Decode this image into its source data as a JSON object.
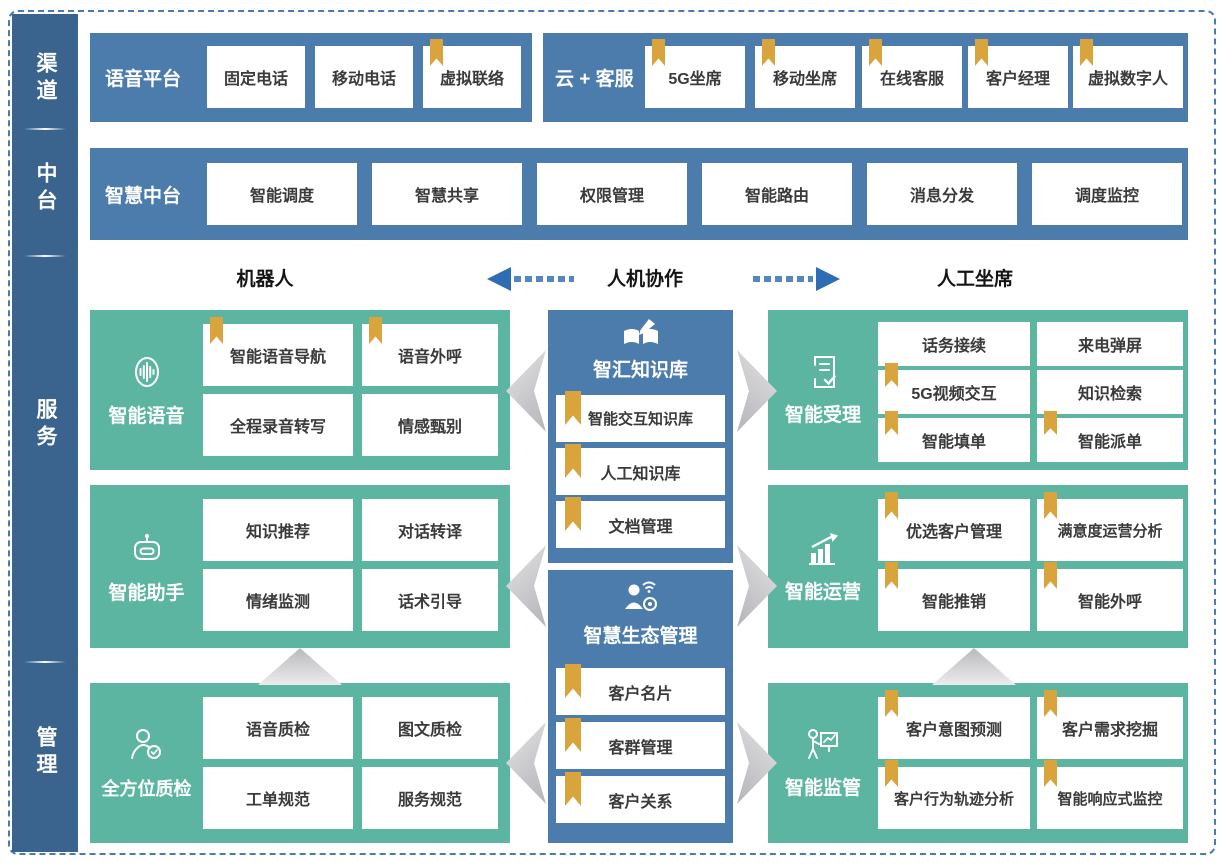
{
  "colors": {
    "sidebar_blue": "#3A638E",
    "block_blue": "#4C7CAC",
    "green": "#5BB5A0",
    "bookmark_gold": "#D9A43C",
    "arrow_blue": "#2E6CB4",
    "frame_dash_blue": "#4A7AB5"
  },
  "icons": [
    "bookmark-icon",
    "voice-icon",
    "robot-icon",
    "quality-inspector-icon",
    "knowledge-book-icon",
    "ecosystem-person-icon",
    "document-check-icon",
    "chart-growth-icon",
    "supervision-icon",
    "arrow-left-icon",
    "arrow-right-icon",
    "chevron-left-icon",
    "chevron-right-icon",
    "triangle-up-icon"
  ],
  "sidebar": {
    "items": [
      {
        "label": "渠道"
      },
      {
        "label": "中台"
      },
      {
        "label": "服务"
      },
      {
        "label": "管理"
      }
    ]
  },
  "channels": {
    "voice_platform": {
      "title": "语音平台",
      "items": [
        {
          "label": "固定电话",
          "bookmark": false
        },
        {
          "label": "移动电话",
          "bookmark": false
        },
        {
          "label": "虚拟联络",
          "bookmark": true
        }
      ]
    },
    "cloud_service": {
      "title": "云 + 客服",
      "items": [
        {
          "label": "5G坐席",
          "bookmark": true
        },
        {
          "label": "移动坐席",
          "bookmark": true
        },
        {
          "label": "在线客服",
          "bookmark": true
        },
        {
          "label": "客户经理",
          "bookmark": true
        },
        {
          "label": "虚拟数字人",
          "bookmark": true
        }
      ]
    }
  },
  "middle_platform": {
    "title": "智慧中台",
    "items": [
      {
        "label": "智能调度"
      },
      {
        "label": "智慧共享"
      },
      {
        "label": "权限管理"
      },
      {
        "label": "智能路由"
      },
      {
        "label": "消息分发"
      },
      {
        "label": "调度监控"
      }
    ]
  },
  "collaboration_header": {
    "left": "机器人",
    "center": "人机协作",
    "right": "人工坐席"
  },
  "robot_column": [
    {
      "title": "智能语音",
      "icon": "voice-icon",
      "items": [
        {
          "label": "智能语音导航",
          "bookmark": true
        },
        {
          "label": "语音外呼",
          "bookmark": true
        },
        {
          "label": "全程录音转写",
          "bookmark": false
        },
        {
          "label": "情感甄别",
          "bookmark": false
        }
      ]
    },
    {
      "title": "智能助手",
      "icon": "robot-icon",
      "items": [
        {
          "label": "知识推荐",
          "bookmark": false
        },
        {
          "label": "对话转译",
          "bookmark": false
        },
        {
          "label": "情绪监测",
          "bookmark": false
        },
        {
          "label": "话术引导",
          "bookmark": false
        }
      ]
    },
    {
      "title": "全方位质检",
      "icon": "quality-inspector-icon",
      "items": [
        {
          "label": "语音质检",
          "bookmark": false
        },
        {
          "label": "图文质检",
          "bookmark": false
        },
        {
          "label": "工单规范",
          "bookmark": false
        },
        {
          "label": "服务规范",
          "bookmark": false
        }
      ]
    }
  ],
  "center_column": [
    {
      "title": "智汇知识库",
      "icon": "knowledge-book-icon",
      "items": [
        {
          "label": "智能交互知识库",
          "bookmark": true
        },
        {
          "label": "人工知识库",
          "bookmark": true
        },
        {
          "label": "文档管理",
          "bookmark": true
        }
      ]
    },
    {
      "title": "智慧生态管理",
      "icon": "ecosystem-person-icon",
      "items": [
        {
          "label": "客户名片",
          "bookmark": true
        },
        {
          "label": "客群管理",
          "bookmark": true
        },
        {
          "label": "客户关系",
          "bookmark": true
        }
      ]
    }
  ],
  "agent_column": [
    {
      "title": "智能受理",
      "icon": "document-check-icon",
      "items": [
        {
          "label": "话务接续",
          "bookmark": false
        },
        {
          "label": "来电弹屏",
          "bookmark": false
        },
        {
          "label": "5G视频交互",
          "bookmark": true
        },
        {
          "label": "知识检索",
          "bookmark": false
        },
        {
          "label": "智能填单",
          "bookmark": true
        },
        {
          "label": "智能派单",
          "bookmark": true
        }
      ]
    },
    {
      "title": "智能运营",
      "icon": "chart-growth-icon",
      "items": [
        {
          "label": "优选客户管理",
          "bookmark": true
        },
        {
          "label": "满意度运营分析",
          "bookmark": true
        },
        {
          "label": "智能推销",
          "bookmark": true
        },
        {
          "label": "智能外呼",
          "bookmark": true
        }
      ]
    },
    {
      "title": "智能监管",
      "icon": "supervision-icon",
      "items": [
        {
          "label": "客户意图预测",
          "bookmark": true
        },
        {
          "label": "客户需求挖掘",
          "bookmark": true
        },
        {
          "label": "客户行为轨迹分析",
          "bookmark": true
        },
        {
          "label": "智能响应式监控",
          "bookmark": true
        }
      ]
    }
  ]
}
